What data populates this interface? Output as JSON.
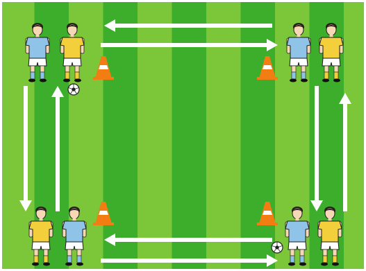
{
  "pitch": {
    "stripe_colors": [
      "#3dae2b",
      "#7cc63a"
    ],
    "border_color": "#ffffff"
  },
  "teams": {
    "blue": {
      "shirt": "#8fc4e8",
      "shorts": "#ffffff",
      "socks": "#8fc4e8"
    },
    "yellow": {
      "shirt": "#f2cf3b",
      "shorts": "#ffffff",
      "socks": "#f2cf3b"
    }
  },
  "players": [
    {
      "team": "blue",
      "group": "top-left"
    },
    {
      "team": "yellow",
      "group": "top-left"
    },
    {
      "team": "blue",
      "group": "top-right"
    },
    {
      "team": "yellow",
      "group": "top-right"
    },
    {
      "team": "yellow",
      "group": "bottom-left"
    },
    {
      "team": "blue",
      "group": "bottom-left"
    },
    {
      "team": "blue",
      "group": "bottom-right"
    },
    {
      "team": "yellow",
      "group": "bottom-right"
    }
  ],
  "cones": {
    "count": 4,
    "color": "#f27d12",
    "stripe": "#ffffff"
  },
  "balls": {
    "count": 2
  },
  "arrows": [
    {
      "direction": "left",
      "row": "top-upper"
    },
    {
      "direction": "right",
      "row": "top-lower"
    },
    {
      "direction": "left",
      "row": "bottom-upper"
    },
    {
      "direction": "right",
      "row": "bottom-lower"
    },
    {
      "direction": "down",
      "side": "left-outer"
    },
    {
      "direction": "up",
      "side": "left-inner"
    },
    {
      "direction": "down",
      "side": "right-inner"
    },
    {
      "direction": "up",
      "side": "right-outer"
    }
  ],
  "icons": {
    "cone": "cone-icon",
    "ball": "ball-icon",
    "player": "player-icon",
    "arrow": "arrow-icon"
  }
}
